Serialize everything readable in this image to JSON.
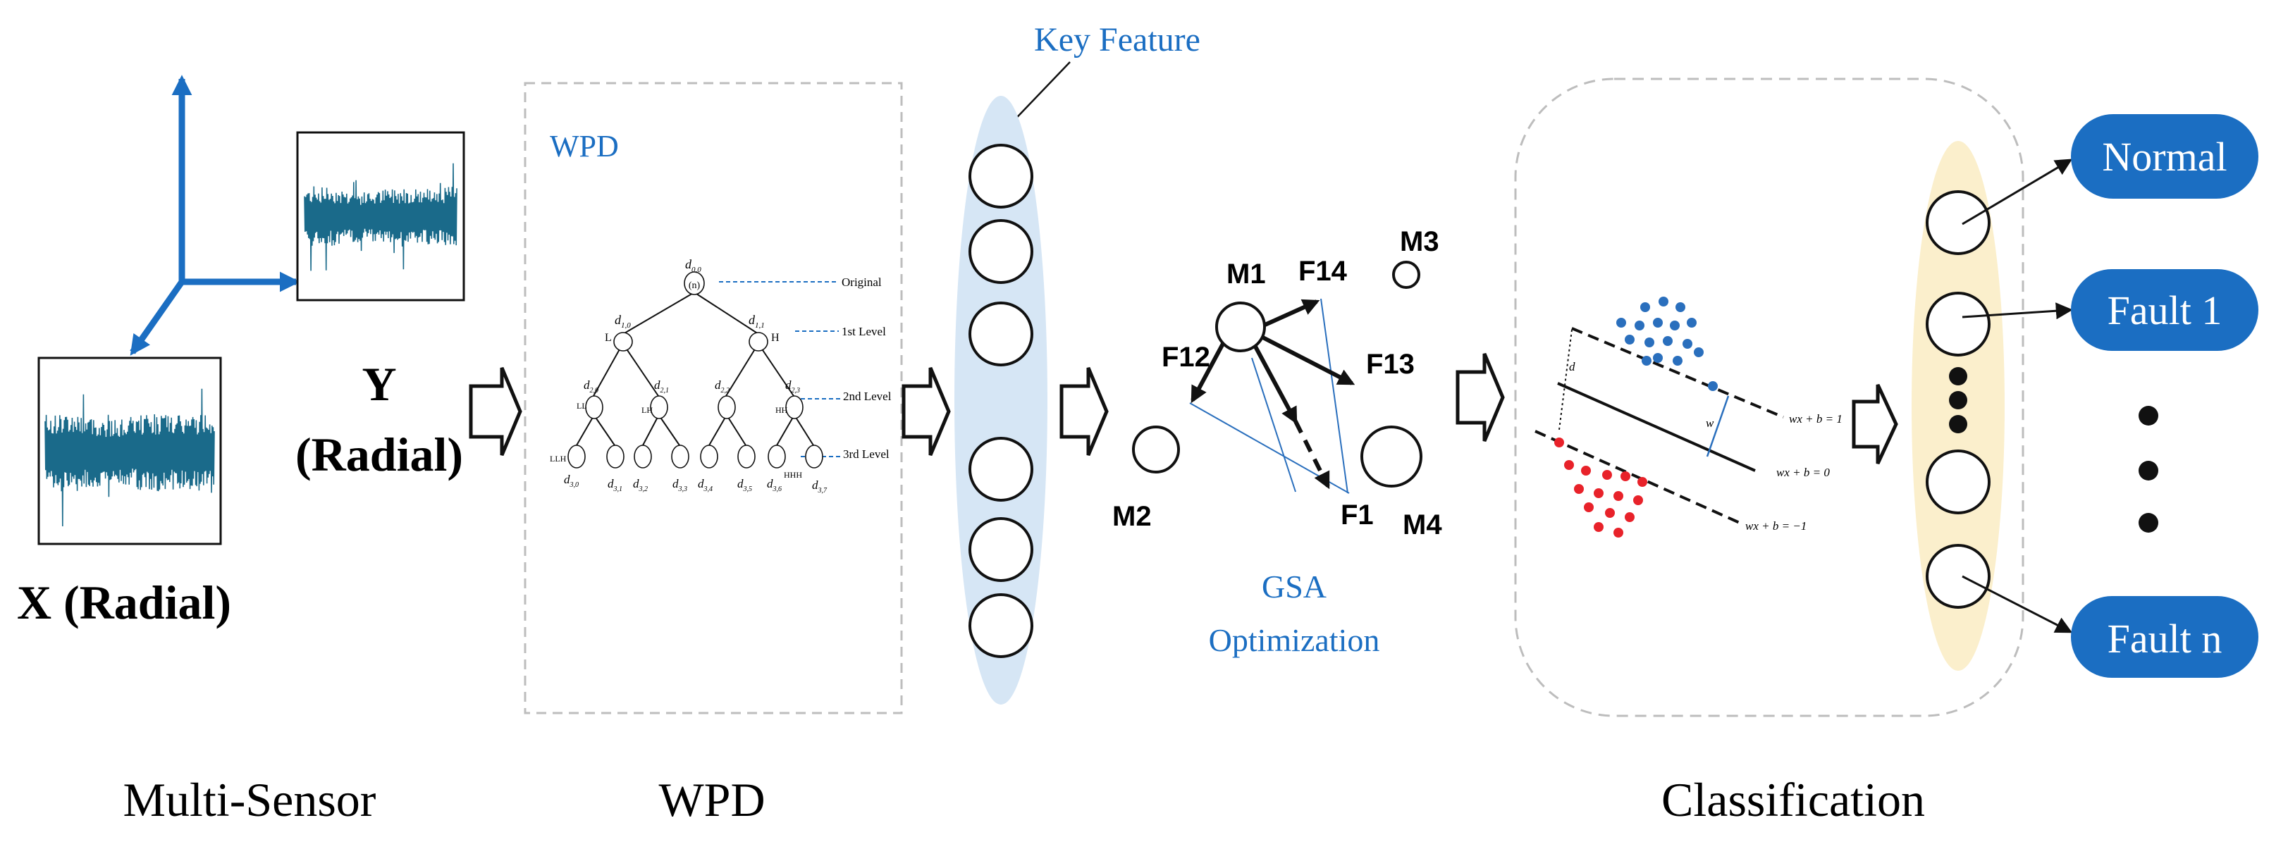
{
  "sensor": {
    "y_label_1": "Y",
    "y_label_2": "(Radial)",
    "x_label": "X (Radial)",
    "section_title": "Multi-Sensor"
  },
  "wpd": {
    "box_title": "WPD",
    "root": "d",
    "root_sub": "0,0",
    "root_n": "(n)",
    "levels": [
      "Original",
      "1st Level",
      "2nd Level",
      "3rd Level"
    ],
    "branch_l": "L",
    "branch_h": "H",
    "level1_nodes": [
      {
        "d": "d",
        "sub": "1,0"
      },
      {
        "d": "d",
        "sub": "1,1"
      }
    ],
    "level2_nodes": [
      {
        "d": "d",
        "sub": "2,0",
        "tag": "LL"
      },
      {
        "d": "d",
        "sub": "2,1",
        "tag": "LH"
      },
      {
        "d": "d",
        "sub": "2,2",
        "tag": ""
      },
      {
        "d": "d",
        "sub": "2,3",
        "tag": "HH"
      }
    ],
    "level3_nodes": [
      {
        "d": "d",
        "sub": "3,0",
        "tag": "LLH"
      },
      {
        "d": "d",
        "sub": "3,1",
        "tag": ""
      },
      {
        "d": "d",
        "sub": "3,2",
        "tag": ""
      },
      {
        "d": "d",
        "sub": "3,3",
        "tag": ""
      },
      {
        "d": "d",
        "sub": "3,4",
        "tag": ""
      },
      {
        "d": "d",
        "sub": "3,5",
        "tag": ""
      },
      {
        "d": "d",
        "sub": "3,6",
        "tag": ""
      },
      {
        "d": "d",
        "sub": "3,7",
        "tag": "HHH"
      }
    ],
    "section_title": "WPD"
  },
  "key_feature": {
    "label": "Key Feature"
  },
  "gsa": {
    "masses": [
      "M1",
      "M2",
      "M3",
      "M4"
    ],
    "forces": [
      "F1",
      "F12",
      "F13",
      "F14"
    ],
    "label_1": "GSA",
    "label_2": "Optimization"
  },
  "svm": {
    "margin_d": "d",
    "margin_w": "w",
    "eq_pos": "wx + b = 1",
    "eq_zero": "wx + b = 0",
    "eq_neg": "wx + b = −1"
  },
  "classification": {
    "section_title": "Classification",
    "outputs": [
      "Normal",
      "Fault 1",
      "Fault n"
    ]
  },
  "colors": {
    "accent_blue": "#1b6ec2",
    "signal": "#1a6a8a",
    "key_feature_fill": "#d6e6f5",
    "output_layer_fill": "#fbefcc",
    "svm_pos": "#2a6fbd",
    "svm_neg": "#e8222a"
  }
}
